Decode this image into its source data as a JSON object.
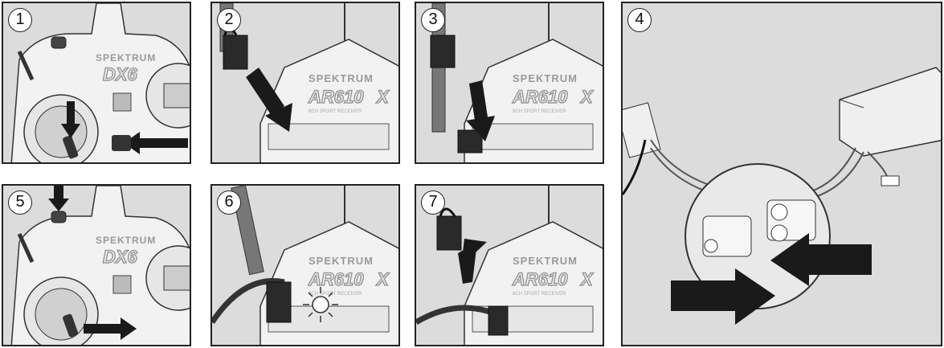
{
  "steps": [
    {
      "number": "1"
    },
    {
      "number": "2"
    },
    {
      "number": "3"
    },
    {
      "number": "4"
    },
    {
      "number": "5"
    },
    {
      "number": "6"
    },
    {
      "number": "7"
    }
  ],
  "transmitter": {
    "brand": "SPEKTRUM",
    "model": "DX6"
  },
  "receiver": {
    "brand": "SPEKTRUM",
    "model": "AR610",
    "subtitle": "6CH SPORT RECEIVER",
    "model_suffix": "X"
  },
  "colors": {
    "frame": "#222222",
    "panel_bg": "#dcdcdc",
    "device_fill": "#f2f2f2",
    "arrow": "#1a1a1a"
  }
}
